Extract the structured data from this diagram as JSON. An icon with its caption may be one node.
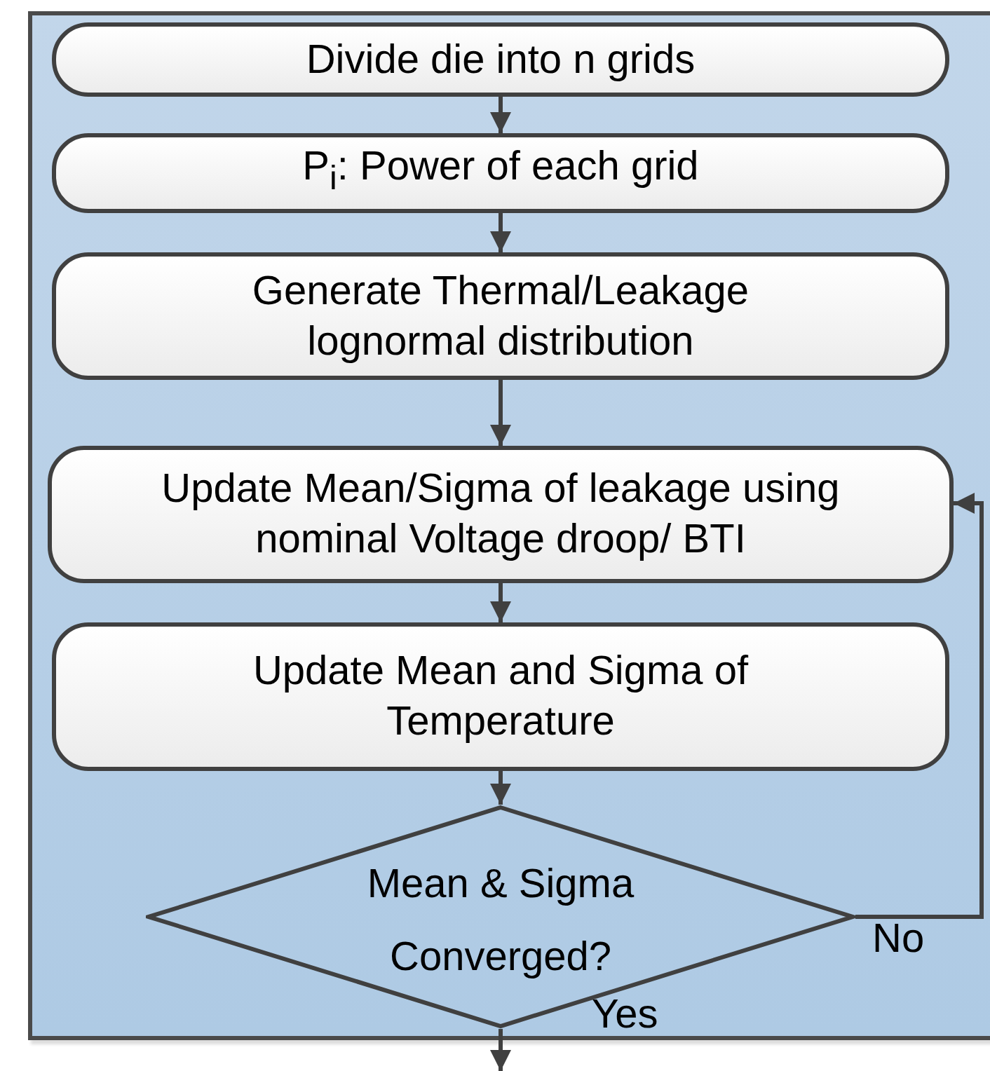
{
  "diagram": {
    "nodes": [
      {
        "text": [],
        "shape": "box"
      },
      {
        "text": [
          "Divide die into n grids"
        ],
        "in": 0
      },
      {
        "text": [
          "P$_{i}$: Power of each grid"
        ],
        "in": 0
      },
      {
        "text": [
          "Generate Thermal/Leakage lognormal distribution"
        ],
        "in": 0
      },
      {
        "text": [
          "Update Mean/Sigma of leakage using nominal Voltage droop/ BTI"
        ],
        "in": 0
      },
      {
        "text": [
          "Update Mean and Sigma of Temperature"
        ],
        "in": 0
      },
      {
        "text": [
          "Mean & Sigma Converged?"
        ],
        "in": 0
      }
    ],
    "edges": [
      {
        "from": 1,
        "to": 2,
        "arrow": "to"
      },
      {
        "from": 2,
        "to": 3,
        "arrow": "to"
      },
      {
        "from": 3,
        "to": 4,
        "arrow": "to"
      },
      {
        "from": 4,
        "to": 5,
        "arrow": "to"
      },
      {
        "from": 5,
        "to": 6,
        "arrow": "to"
      },
      {
        "from": 6,
        "to": 4,
        "arrow": "to",
        "label": "No"
      },
      {
        "from": 6,
        "to": null,
        "arrow": "to",
        "label": "Yes"
      }
    ]
  }
}
